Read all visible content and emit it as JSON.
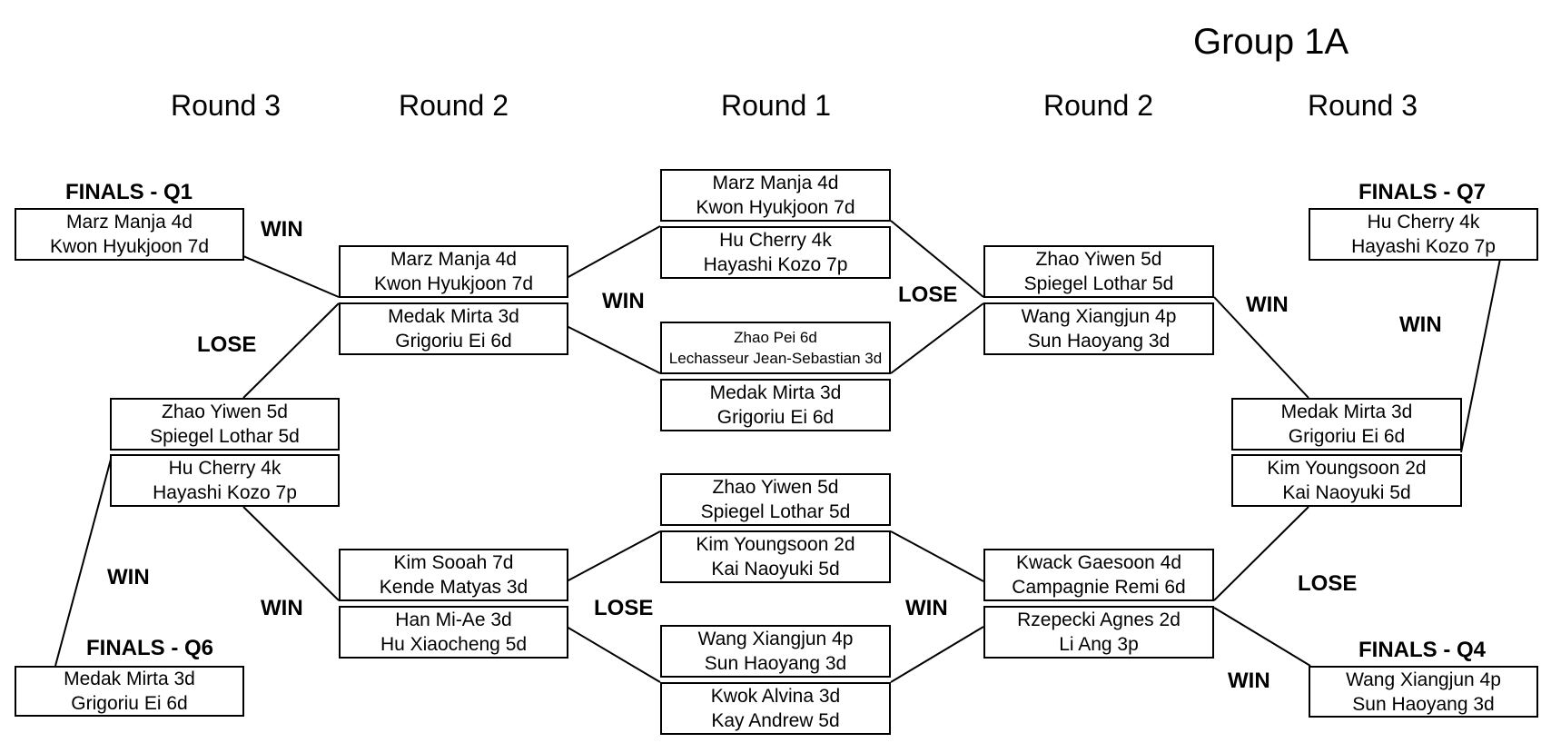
{
  "group_title": "Group 1A",
  "rounds": {
    "left_round3": "Round 3",
    "left_round2": "Round 2",
    "center_round1": "Round 1",
    "right_round2": "Round 2",
    "right_round3": "Round 3"
  },
  "finals": {
    "q1": {
      "title": "FINALS - Q1",
      "p1": "Marz Manja 4d",
      "p2": "Kwon Hyukjoon 7d"
    },
    "q6": {
      "title": "FINALS - Q6",
      "p1": "Medak Mirta 3d",
      "p2": "Grigoriu Ei 6d"
    },
    "q7": {
      "title": "FINALS - Q7",
      "p1": "Hu Cherry 4k",
      "p2": "Hayashi Kozo 7p"
    },
    "q4": {
      "title": "FINALS - Q4",
      "p1": "Wang Xiangjun 4p",
      "p2": "Sun Haoyang 3d"
    }
  },
  "left_round3": [
    {
      "p1": "Zhao Yiwen 5d",
      "p2": "Spiegel Lothar 5d"
    },
    {
      "p1": "Hu Cherry 4k",
      "p2": "Hayashi Kozo 7p"
    }
  ],
  "left_round2": [
    {
      "p1": "Marz Manja 4d",
      "p2": "Kwon Hyukjoon 7d"
    },
    {
      "p1": "Medak Mirta 3d",
      "p2": "Grigoriu Ei 6d"
    },
    {
      "p1": "Kim Sooah 7d",
      "p2": "Kende Matyas 3d"
    },
    {
      "p1": "Han Mi-Ae 3d",
      "p2": "Hu Xiaocheng 5d"
    }
  ],
  "round1": [
    {
      "p1": "Marz Manja 4d",
      "p2": "Kwon Hyukjoon 7d"
    },
    {
      "p1": "Hu Cherry 4k",
      "p2": "Hayashi Kozo 7p"
    },
    {
      "p1": "Zhao Pei 6d",
      "p2": "Lechasseur Jean-Sebastian 3d"
    },
    {
      "p1": "Medak Mirta 3d",
      "p2": "Grigoriu Ei 6d"
    },
    {
      "p1": "Zhao Yiwen 5d",
      "p2": "Spiegel Lothar 5d"
    },
    {
      "p1": "Kim Youngsoon 2d",
      "p2": "Kai Naoyuki 5d"
    },
    {
      "p1": "Wang Xiangjun 4p",
      "p2": "Sun Haoyang 3d"
    },
    {
      "p1": "Kwok Alvina 3d",
      "p2": "Kay Andrew 5d"
    }
  ],
  "right_round2": [
    {
      "p1": "Zhao Yiwen 5d",
      "p2": "Spiegel Lothar 5d"
    },
    {
      "p1": "Wang Xiangjun 4p",
      "p2": "Sun Haoyang 3d"
    },
    {
      "p1": "Kwack Gaesoon 4d",
      "p2": "Campagnie Remi 6d"
    },
    {
      "p1": "Rzepecki Agnes 2d",
      "p2": "Li Ang 3p"
    }
  ],
  "right_round3": [
    {
      "p1": "Medak Mirta 3d",
      "p2": "Grigoriu Ei 6d"
    },
    {
      "p1": "Kim Youngsoon 2d",
      "p2": "Kai Naoyuki 5d"
    }
  ],
  "results": {
    "win_q1": "WIN",
    "lose_left_r3": "LOSE",
    "win_q6": "WIN",
    "win_left_bottom": "WIN",
    "win_center_top": "WIN",
    "lose_center_top": "LOSE",
    "lose_center_bottom": "LOSE",
    "win_center_bottom": "WIN",
    "win_right_top": "WIN",
    "win_q7": "WIN",
    "lose_right_r3": "LOSE",
    "win_q4": "WIN"
  }
}
